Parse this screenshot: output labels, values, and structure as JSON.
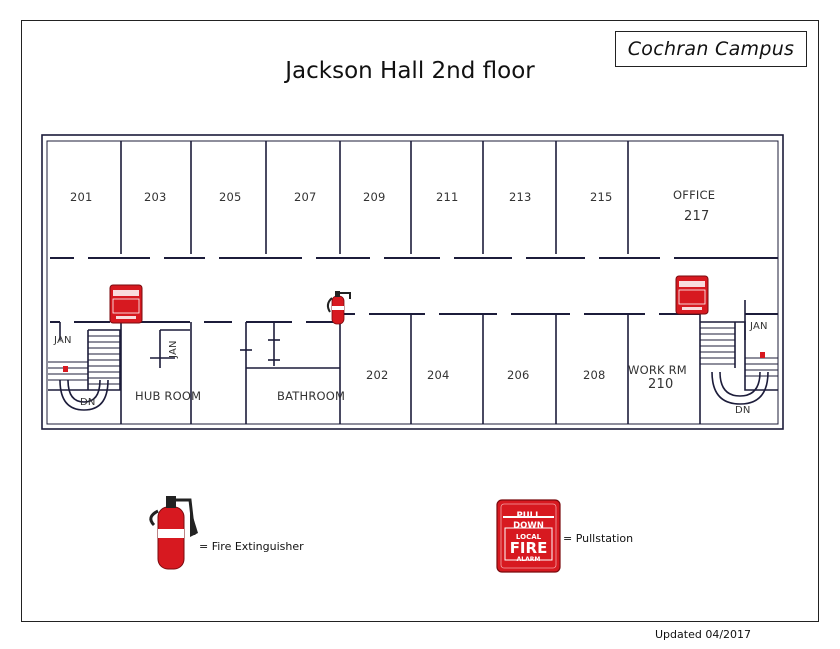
{
  "campus": "Cochran Campus",
  "title": "Jackson Hall 2nd floor",
  "updated": "Updated 04/2017",
  "rooms": {
    "r201": "201",
    "r203": "203",
    "r205": "205",
    "r207": "207",
    "r209": "209",
    "r211": "211",
    "r213": "213",
    "r215": "215",
    "office": "OFFICE",
    "r217": "217",
    "r202": "202",
    "r204": "204",
    "r206": "206",
    "r208": "208",
    "work_rm": "WORK RM",
    "r210": "210",
    "hub_room": "HUB ROOM",
    "bathroom": "BATHROOM",
    "jan_left": "JAN",
    "jan_mid": "JAN",
    "jan_right": "JAN",
    "dn_left": "DN",
    "dn_right": "DN"
  },
  "pullstation_sign": {
    "top": "PULL DOWN",
    "mid": "LOCAL",
    "big": "FIRE",
    "bottom": "ALARM"
  },
  "legend": {
    "extinguisher": "= Fire Extinguisher",
    "pullstation": "= Pullstation"
  },
  "colors": {
    "fire_red": "#d71920",
    "wall": "#1c1c3a"
  }
}
